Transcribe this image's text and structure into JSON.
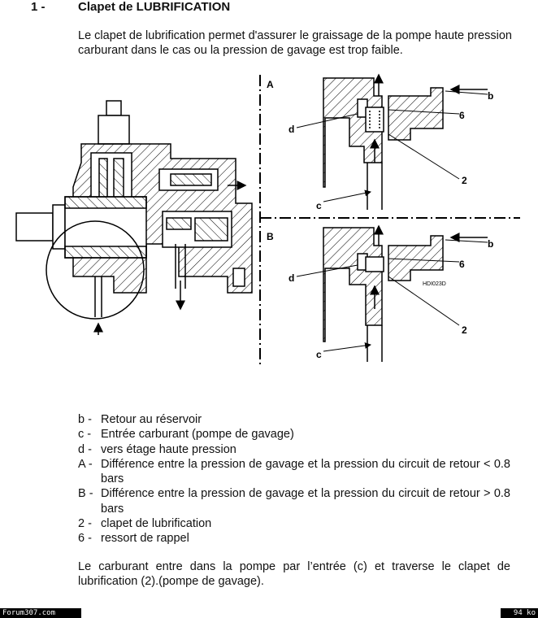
{
  "heading": {
    "number": "1 -",
    "title": "Clapet de LUBRIFICATION"
  },
  "intro": "Le clapet de lubrification permet d'assurer le graissage de la pompe haute pression carburant dans le cas ou la pression de gavage est trop faible.",
  "figure": {
    "panel_a": "A",
    "panel_b": "B",
    "label_b": "b",
    "label_c": "c",
    "label_d": "d",
    "label_2": "2",
    "label_6": "6",
    "code": "HDI023D"
  },
  "legend": [
    {
      "key": "b -",
      "text": "Retour au réservoir"
    },
    {
      "key": "c -",
      "text": "Entrée carburant (pompe de gavage)"
    },
    {
      "key": "d -",
      "text": "vers étage haute pression"
    },
    {
      "key": "A -",
      "text": "Différence entre la pression de gavage et la pression du circuit de retour < 0.8 bars"
    },
    {
      "key": "B -",
      "text": "Différence entre la pression de gavage et la pression du circuit de retour > 0.8 bars"
    },
    {
      "key": "2 -",
      "text": "clapet de lubrification"
    },
    {
      "key": "6 -",
      "text": "ressort de rappel"
    }
  ],
  "closing": "Le carburant entre dans la pompe par l’entrée (c) et traverse le clapet de lubrification (2).(pompe de gavage).",
  "footer": {
    "site": "Forum307.com",
    "page": "94 ko"
  }
}
